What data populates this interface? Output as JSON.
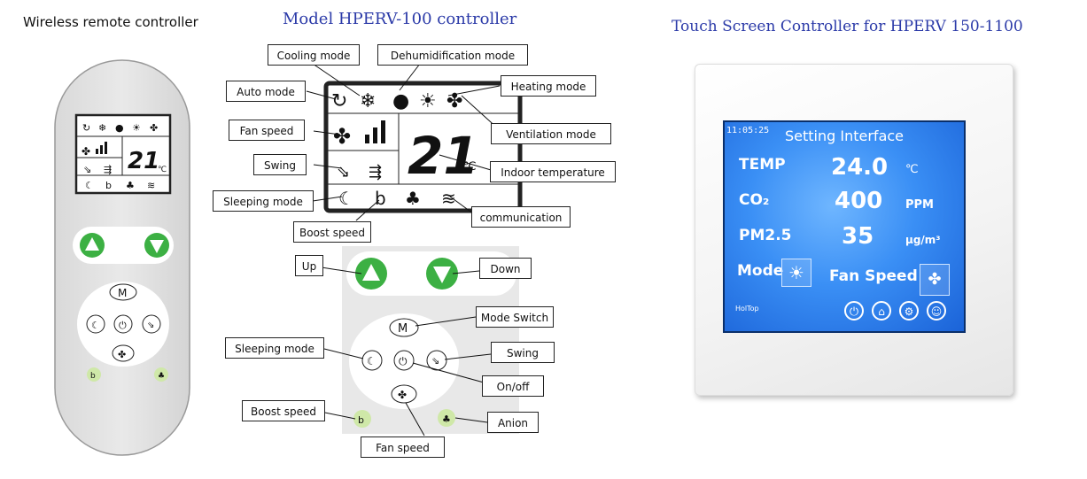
{
  "titles": {
    "wireless": "Wireless  remote controller",
    "model": "Model HPERV-100 controller",
    "touch": "Touch Screen Controller for HPERV 150-1100"
  },
  "remote": {
    "lcd_temp": "21",
    "lcd_unit": "℃",
    "mode_button": "M"
  },
  "lcd_panel": {
    "temp": "21",
    "unit": "℃"
  },
  "keypad": {
    "mode_button": "M"
  },
  "callouts": {
    "cooling_mode": "Cooling mode",
    "dehumidification_mode": "Dehumidification mode",
    "auto_mode": "Auto mode",
    "heating_mode": "Heating mode",
    "fan_speed": "Fan speed",
    "ventilation_mode": "Ventilation mode",
    "swing": "Swing",
    "indoor_temperature": "Indoor temperature",
    "sleeping_mode": "Sleeping mode",
    "communication": "communication",
    "boost_speed": "Boost speed",
    "up": "Up",
    "down": "Down",
    "mode_switch": "Mode Switch",
    "sleeping_mode_btn": "Sleeping mode",
    "swing_btn": "Swing",
    "on_off": "On/off",
    "boost_speed_btn": "Boost speed",
    "anion": "Anion",
    "fan_speed_btn": "Fan speed"
  },
  "touchscreen": {
    "time": "11:05:25",
    "header": "Setting Interface",
    "rows": [
      {
        "label": "TEMP",
        "value": "24.0",
        "unit": "℃"
      },
      {
        "label": "CO₂",
        "value": "400",
        "unit": "PPM"
      },
      {
        "label": "PM2.5",
        "value": "35",
        "unit": "μg/m³"
      }
    ],
    "mode_label": "Mode",
    "fan_label": "Fan Speed",
    "brand": "HolTop"
  },
  "colors": {
    "green": "#3cb043",
    "title_blue": "#2b3aa8",
    "screen_blue": "#3a8ff5"
  }
}
